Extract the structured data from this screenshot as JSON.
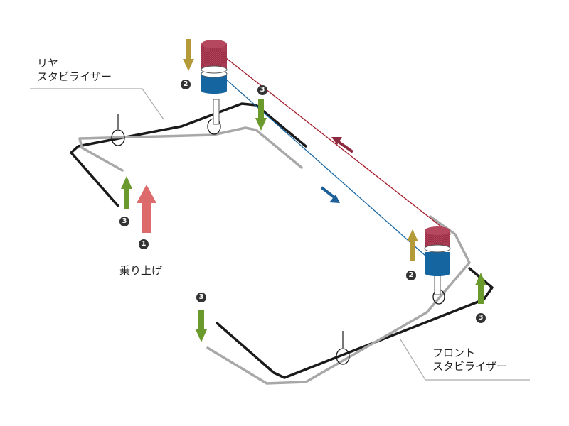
{
  "labels": {
    "rear_stabilizer_line1": "リヤ",
    "rear_stabilizer_line2": "スタビライザー",
    "front_stabilizer_line1": "フロント",
    "front_stabilizer_line2": "スタビライザー",
    "bump": "乗り上げ"
  },
  "markers": {
    "bump_number": "1",
    "cylinder_number": "2",
    "stabilizer_number": "3"
  },
  "colors": {
    "frame_black": "#1a1a1a",
    "frame_gray": "#a8a8a8",
    "cylinder_red": "#9c2f45",
    "cylinder_blue": "#1565a0",
    "arrow_green": "#6b9a2c",
    "arrow_olive": "#b59a3a",
    "arrow_red": "#de6b6b",
    "line_red": "#a51c2a",
    "line_blue": "#1d6aa6",
    "flow_red_arrow": "#8d2a40",
    "flow_blue_arrow": "#1f5f97"
  }
}
